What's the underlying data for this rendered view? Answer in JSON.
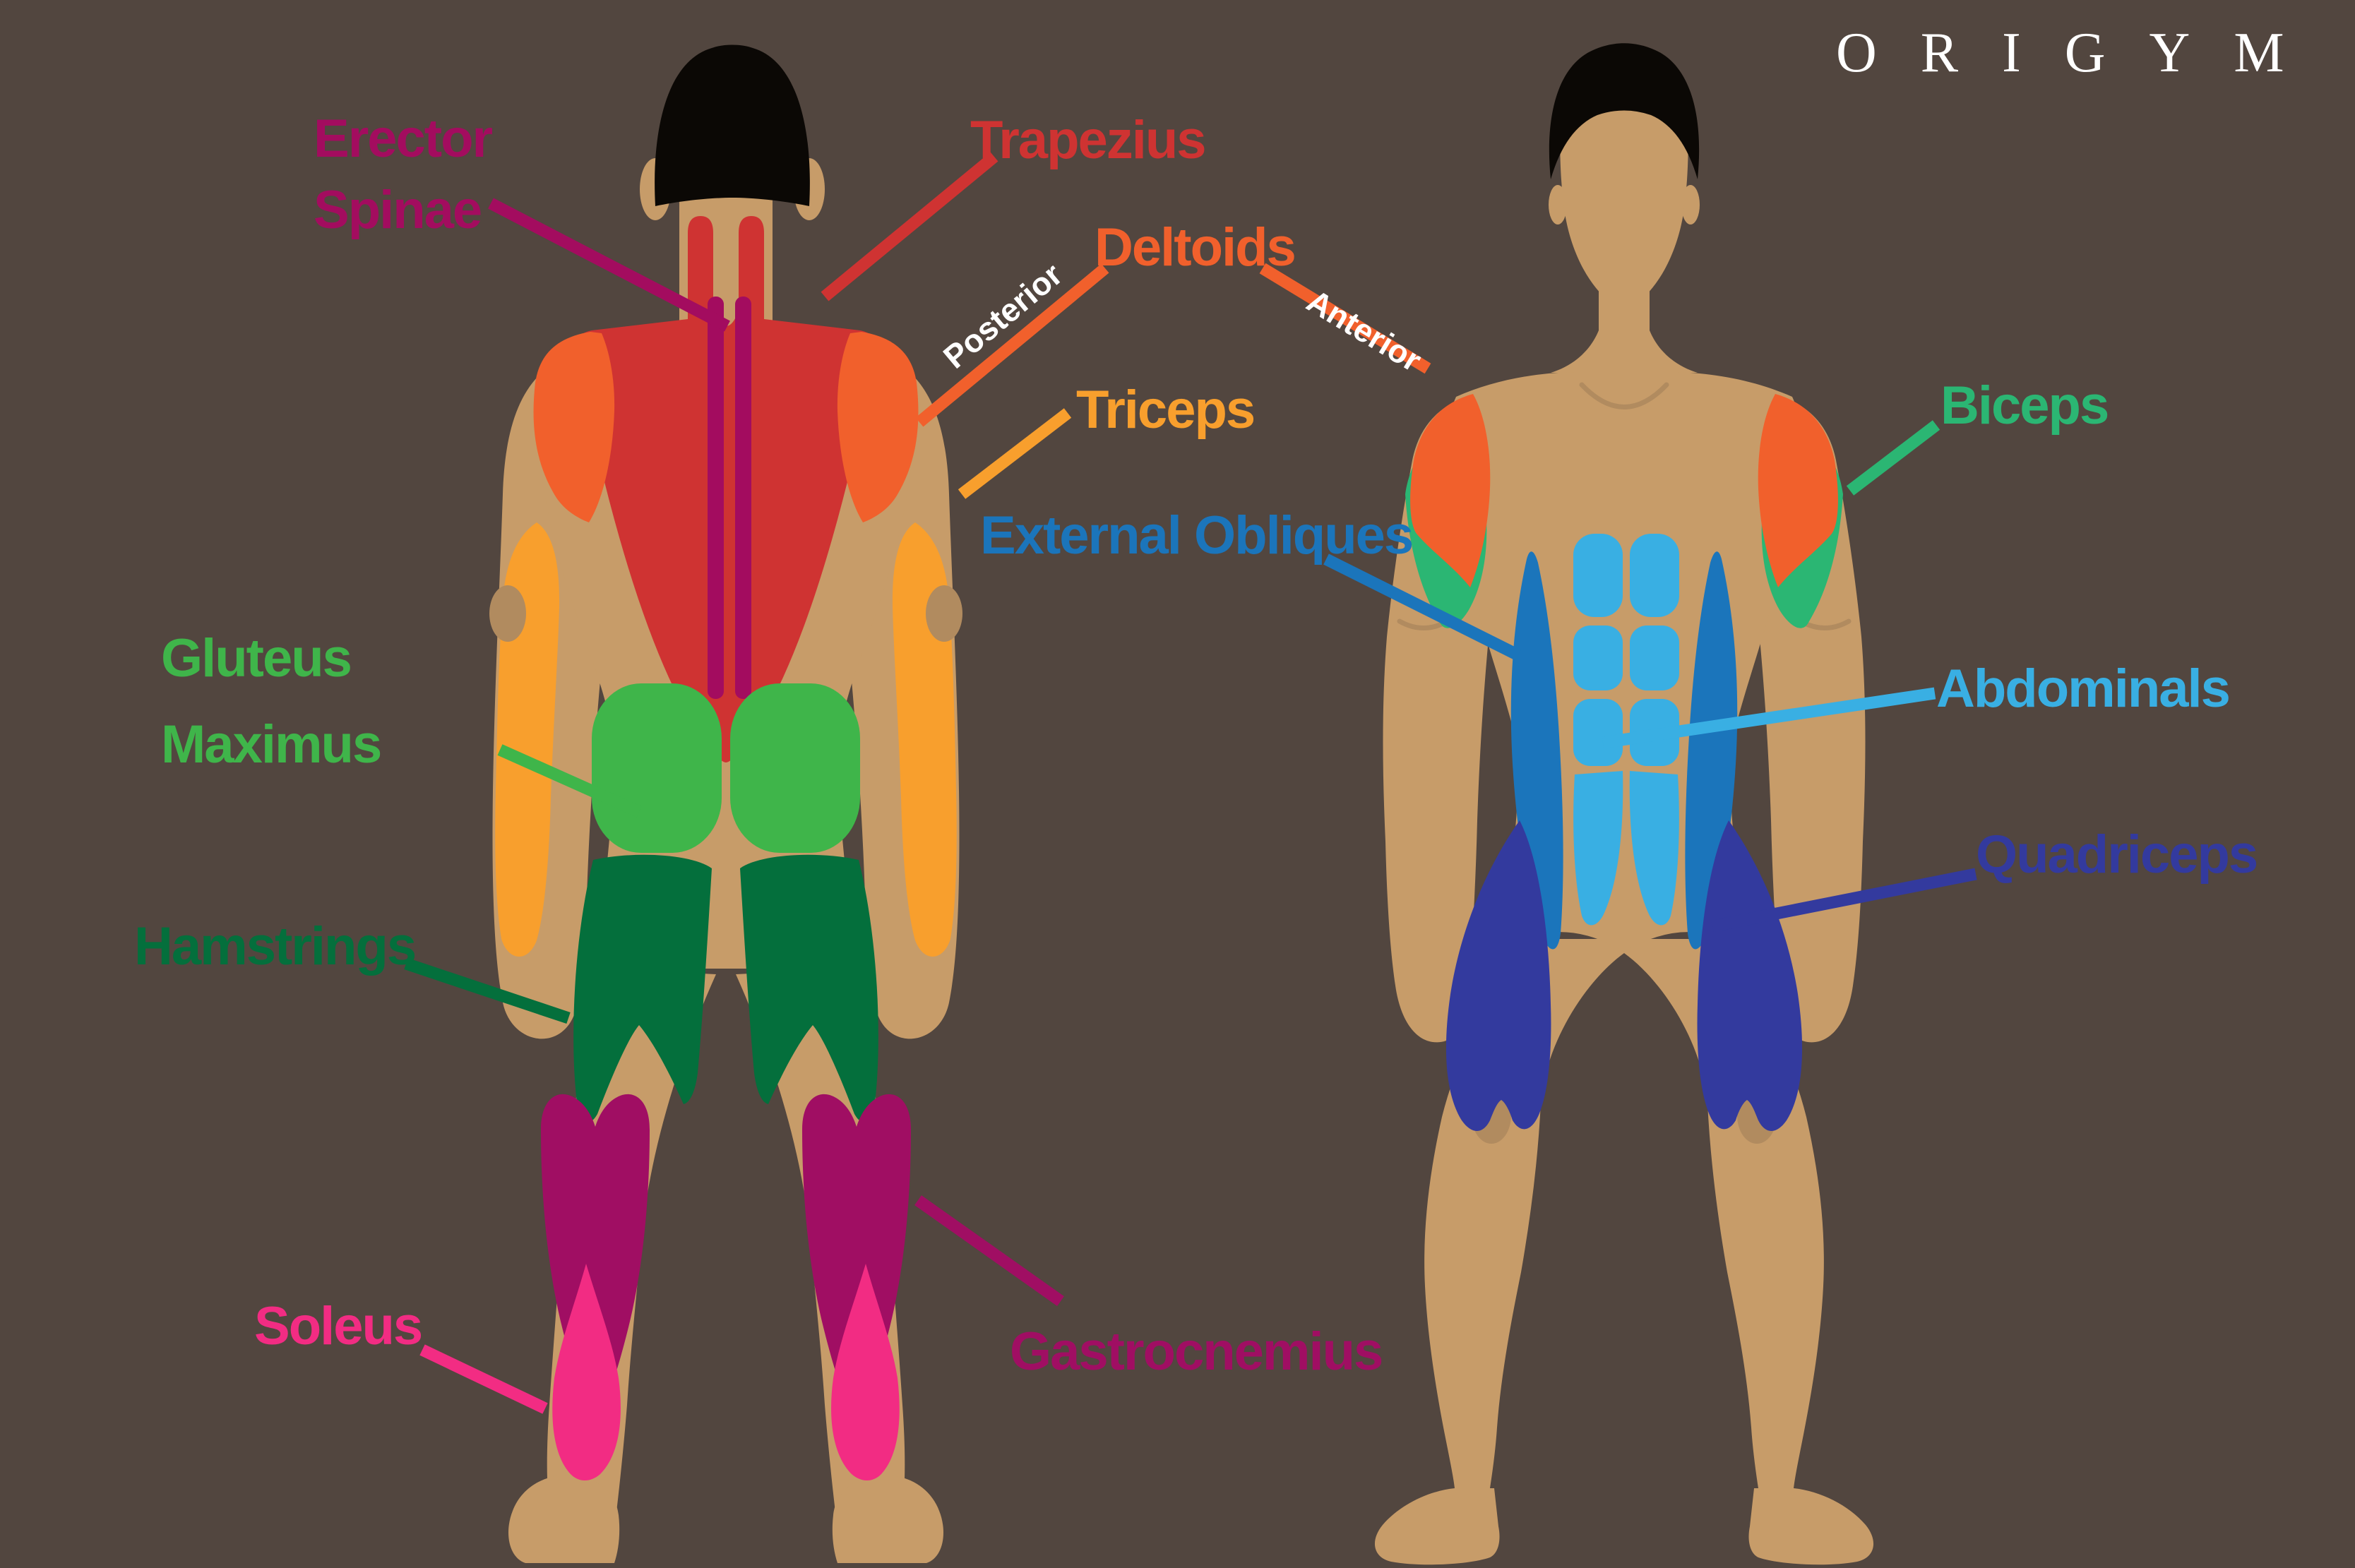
{
  "brand": {
    "name": "ORIGYM"
  },
  "labels": {
    "erector_spinae": {
      "line1": "Erector",
      "line2": "Spinae"
    },
    "trapezius": {
      "text": "Trapezius"
    },
    "deltoids": {
      "text": "Deltoids"
    },
    "deltoid_posterior": {
      "text": "Posterior"
    },
    "deltoid_anterior": {
      "text": "Anterior"
    },
    "triceps": {
      "text": "Triceps"
    },
    "external_obliques": {
      "text": "External Obliques"
    },
    "biceps": {
      "text": "Biceps"
    },
    "gluteus_maximus": {
      "line1": "Gluteus",
      "line2": "Maximus"
    },
    "hamstrings": {
      "text": "Hamstrings"
    },
    "abdominals": {
      "text": "Abdominals"
    },
    "quadriceps": {
      "text": "Quadriceps"
    },
    "soleus": {
      "text": "Soleus"
    },
    "gastrocnemius": {
      "text": "Gastrocnemius"
    }
  },
  "colors": {
    "background": "#52463F",
    "skin": "#C79C69",
    "skin_shadow": "#B18B5F",
    "hair": "#0B0805",
    "trapezius": "#CF3332",
    "erector_spinae": "#A30C5F",
    "deltoids": "#F1602C",
    "triceps": "#F89F2D",
    "gluteus": "#3FB54A",
    "hamstrings": "#046F3C",
    "gastrocnemius": "#A00E63",
    "soleus": "#F22C83",
    "biceps": "#2BB673",
    "obliques": "#1B75BB",
    "abdominals": "#39AFE3",
    "quadriceps": "#333A9E",
    "label_white": "#FFFFFF"
  }
}
